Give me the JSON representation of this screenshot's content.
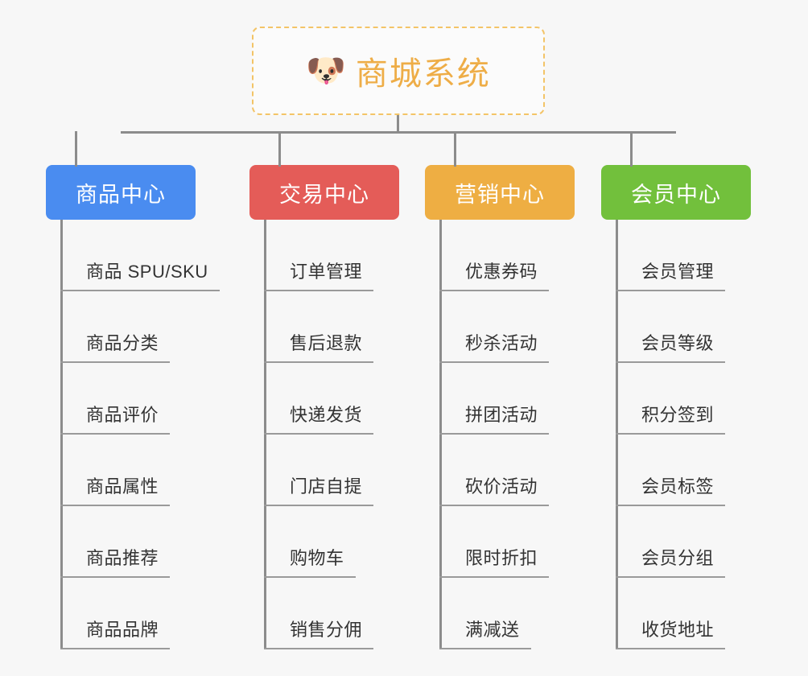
{
  "root": {
    "icon": "dog-face-icon",
    "emoji": "🐶",
    "title": "商城系统",
    "border_color": "#f3c467",
    "text_color": "#eead47"
  },
  "palette": {
    "background": "#f7f7f7",
    "connector": "#8c8c8c",
    "leaf_text": "#333333",
    "leaf_rule": "#9a9a9a"
  },
  "columns": [
    {
      "label": "商品中心",
      "color": "#4a8cf0",
      "leaves": [
        "商品 SPU/SKU",
        "商品分类",
        "商品评价",
        "商品属性",
        "商品推荐",
        "商品品牌"
      ]
    },
    {
      "label": "交易中心",
      "color": "#e45c58",
      "leaves": [
        "订单管理",
        "售后退款",
        "快递发货",
        "门店自提",
        "购物车",
        "销售分佣"
      ]
    },
    {
      "label": "营销中心",
      "color": "#eeae43",
      "leaves": [
        "优惠券码",
        "秒杀活动",
        "拼团活动",
        "砍价活动",
        "限时折扣",
        "满减送"
      ]
    },
    {
      "label": "会员中心",
      "color": "#72c03c",
      "leaves": [
        "会员管理",
        "会员等级",
        "积分签到",
        "会员标签",
        "会员分组",
        "收货地址"
      ]
    }
  ]
}
